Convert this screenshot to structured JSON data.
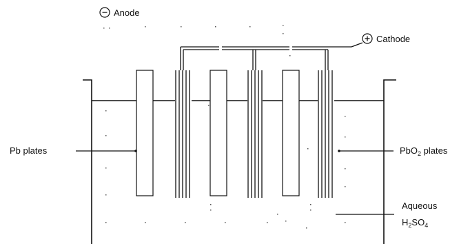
{
  "labels": {
    "anode": "Anode",
    "anode_sign": "−",
    "cathode": "Cathode",
    "cathode_sign": "+",
    "pb_plates": "Pb plates",
    "pbo2": {
      "prefix": "PbO",
      "subscript": "2",
      "suffix": " plates"
    },
    "aqueous": "Aqueous",
    "h2so4": {
      "h": "H",
      "h_sub": "2",
      "so": "SO",
      "so_sub": "4"
    }
  },
  "colors": {
    "line": "#111111",
    "background": "#ffffff",
    "speckle": "#555555"
  }
}
